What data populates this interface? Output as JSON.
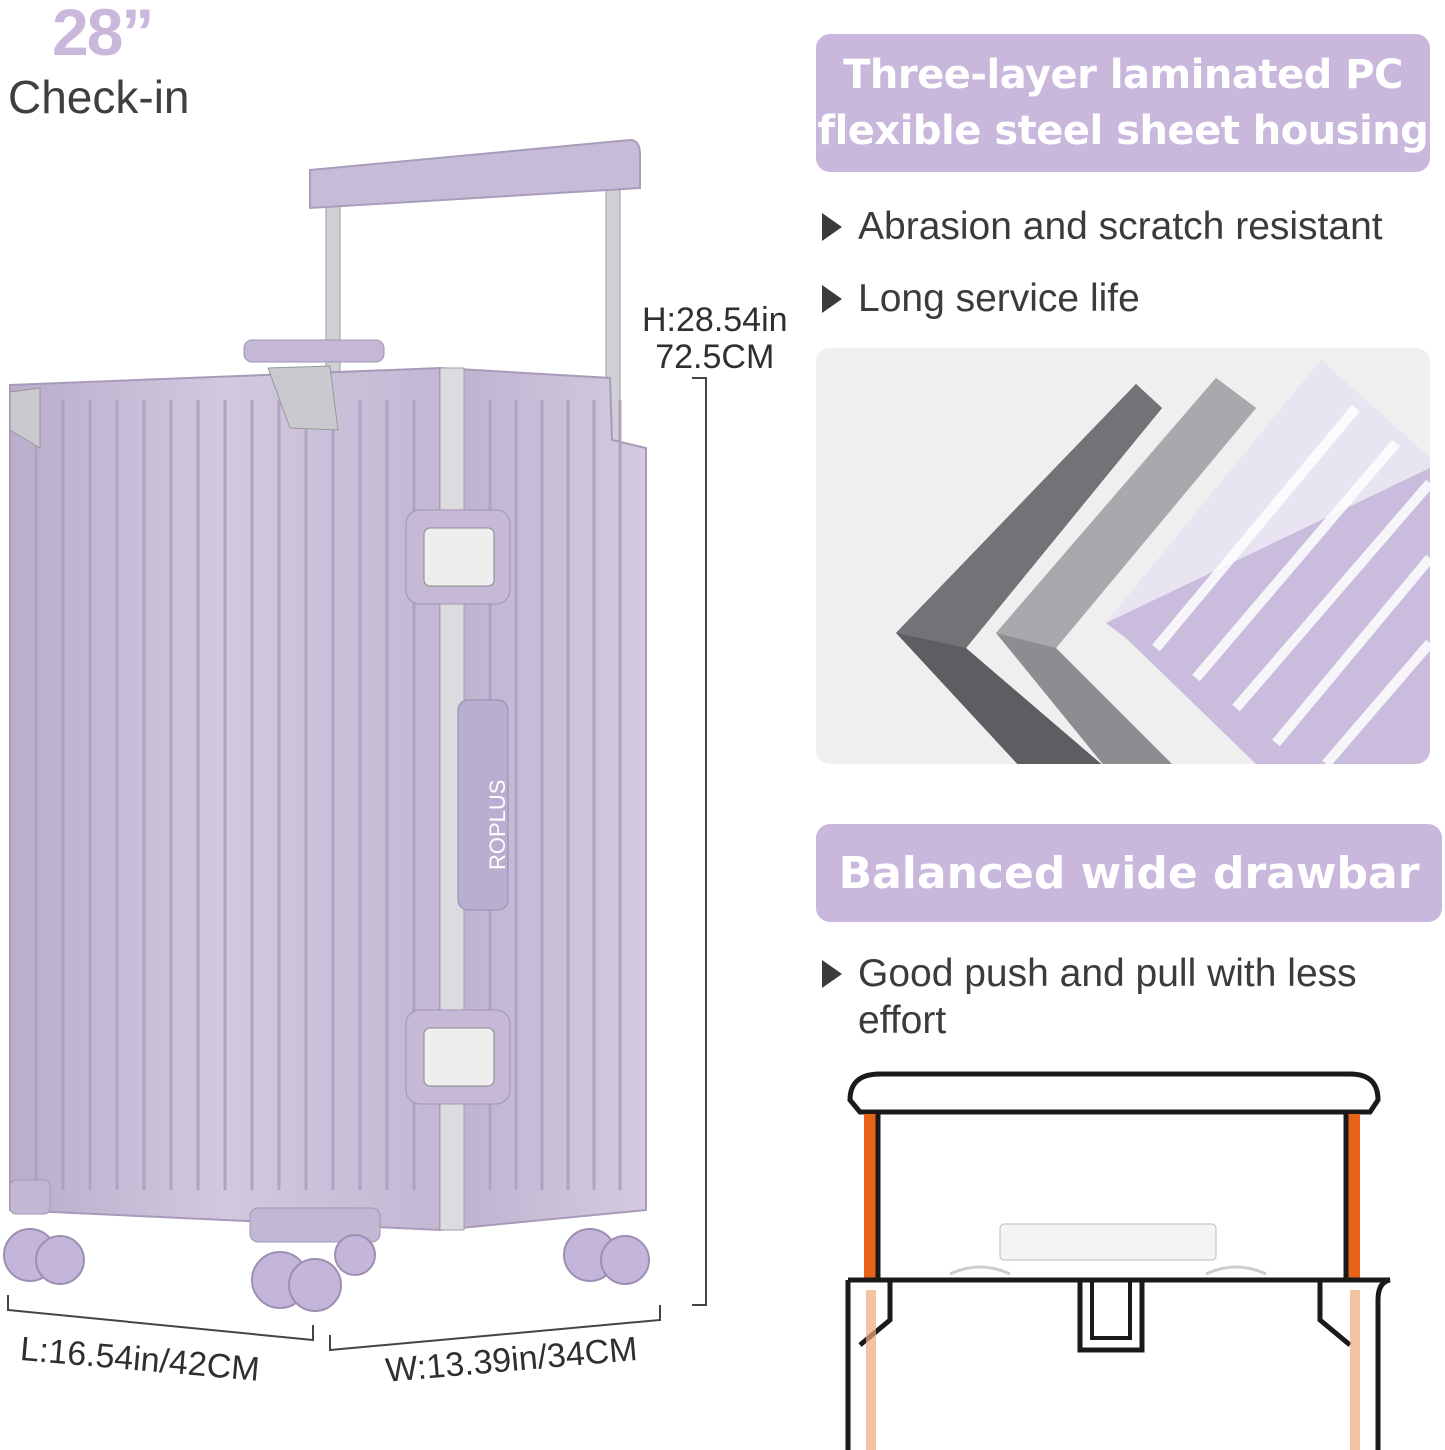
{
  "product": {
    "size": "28”",
    "size_label": "Check-in",
    "brand_mark": "ROPLUS"
  },
  "feature_housing": {
    "title_line1": "Three-layer laminated PC",
    "title_line2": "flexible steel sheet housing",
    "bullets": [
      "Abrasion and scratch resistant",
      "Long service life"
    ]
  },
  "feature_drawbar": {
    "title": "Balanced wide drawbar",
    "bullets": [
      "Good push and pull with less effort"
    ]
  },
  "dimensions": {
    "height_in": "H:28.54in",
    "height_cm": "72.5CM",
    "length": "L:16.54in/42CM",
    "width": "W:13.39in/34CM"
  },
  "colors": {
    "accent_lavender": "#c9b7dc",
    "shell": "#c7bcd6",
    "drawbar_orange": "#e8621a"
  },
  "icons": [
    "bullet-triangle-icon"
  ]
}
